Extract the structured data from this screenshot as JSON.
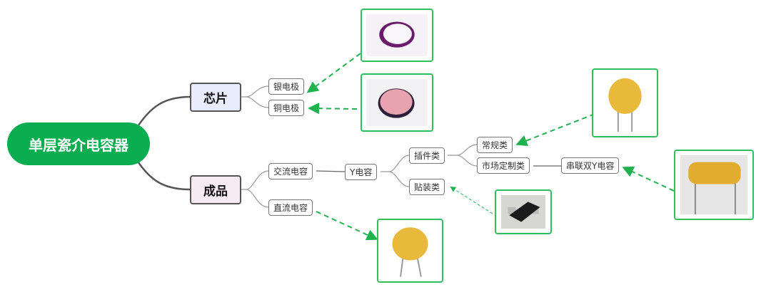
{
  "root": {
    "label": "单层瓷介电容器"
  },
  "branches": {
    "chip": {
      "label": "芯片",
      "children": [
        "银电极",
        "铜电极"
      ]
    },
    "product": {
      "label": "成品",
      "children": [
        "交流电容",
        "直流电容"
      ],
      "y_cap": "Y电容",
      "plugin": "插件类",
      "smd": "贴装类",
      "regular": "常规类",
      "custom": "市场定制类",
      "series": "串联双Y电容"
    }
  },
  "colors": {
    "accent": "#0aad4f",
    "arrow": "#1fb24f"
  }
}
